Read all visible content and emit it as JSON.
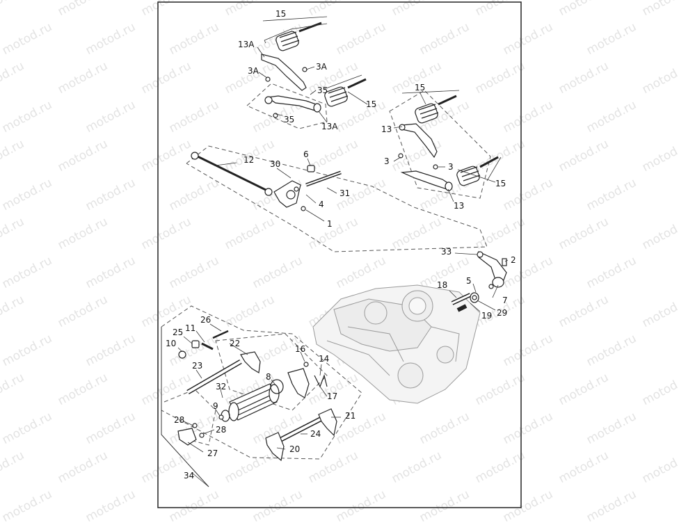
{
  "watermark": "motod.ru",
  "callouts": {
    "c15a": "15",
    "c13A_top": "13A",
    "c3A_left": "3A",
    "c3A_right": "3A",
    "c35_top": "35",
    "c15b": "15",
    "c35_bottom": "35",
    "c13A_bottom": "13A",
    "c15c": "15",
    "c13_top": "13",
    "c3_left": "3",
    "c3_right": "3",
    "c15d": "15",
    "c13_bottom": "13",
    "c12": "12",
    "c30": "30",
    "c6": "6",
    "c31": "31",
    "c4": "4",
    "c1": "1",
    "c33": "33",
    "c2": "2",
    "c18": "18",
    "c5": "5",
    "c7": "7",
    "c19": "19",
    "c29": "29",
    "c26": "26",
    "c11": "11",
    "c25": "25",
    "c10": "10",
    "c22": "22",
    "c16": "16",
    "c14": "14",
    "c23": "23",
    "c8": "8",
    "c32": "32",
    "c17": "17",
    "c9": "9",
    "c21": "21",
    "c28a": "28",
    "c28b": "28",
    "c24": "24",
    "c20": "20",
    "c27": "27",
    "c34": "34"
  }
}
